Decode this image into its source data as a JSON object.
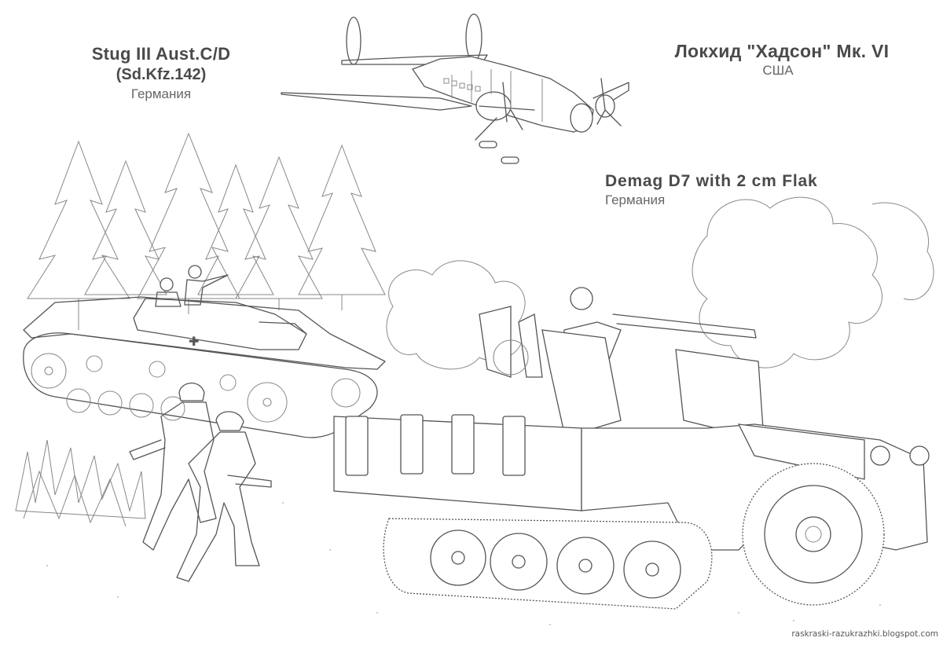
{
  "labels": {
    "stug": {
      "title": "Stug III Aust.C/D",
      "subtitle": "(Sd.Kfz.142)",
      "country": "Германия"
    },
    "hudson": {
      "title": "Локхид \"Хадсон\" Мк. VI",
      "country": "США"
    },
    "demag": {
      "title": "Demag D7 with 2 cm Flak",
      "country": "Германия"
    }
  },
  "credit": "raskraski-razukrazhki.blogspot.com",
  "illustration": {
    "style": "line-art coloring page",
    "line_color": "#555555",
    "background": "#ffffff",
    "elements": [
      "forest-trees",
      "hudson-aircraft",
      "stug-tank",
      "soldiers",
      "smoke-explosions",
      "demag-halftrack-flak",
      "bushes"
    ]
  }
}
